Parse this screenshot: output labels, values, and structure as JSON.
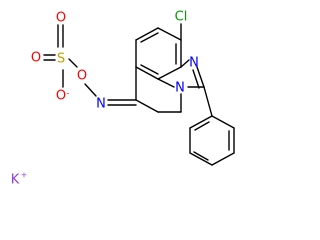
{
  "atoms": {
    "cl": {
      "label": "Cl",
      "color": "#00a000"
    },
    "n_imine_top": {
      "label": "N",
      "color": "#0000ff"
    },
    "n_ring": {
      "label": "N",
      "color": "#0000ff"
    },
    "n_oxime": {
      "label": "N",
      "color": "#0000ff"
    },
    "o_link": {
      "label": "O",
      "color": "#ff0000"
    },
    "s": {
      "label": "S",
      "color": "#c8a000"
    },
    "o_top": {
      "label": "O",
      "color": "#ff0000"
    },
    "o_left": {
      "label": "O",
      "color": "#ff0000"
    },
    "o_minus": {
      "label": "O",
      "color": "#ff0000"
    },
    "o_minus_charge": {
      "label": "-",
      "color": "#ff0000"
    },
    "k": {
      "label": "K",
      "color": "#8f40d4"
    },
    "k_charge": {
      "label": "+",
      "color": "#8f40d4"
    }
  }
}
